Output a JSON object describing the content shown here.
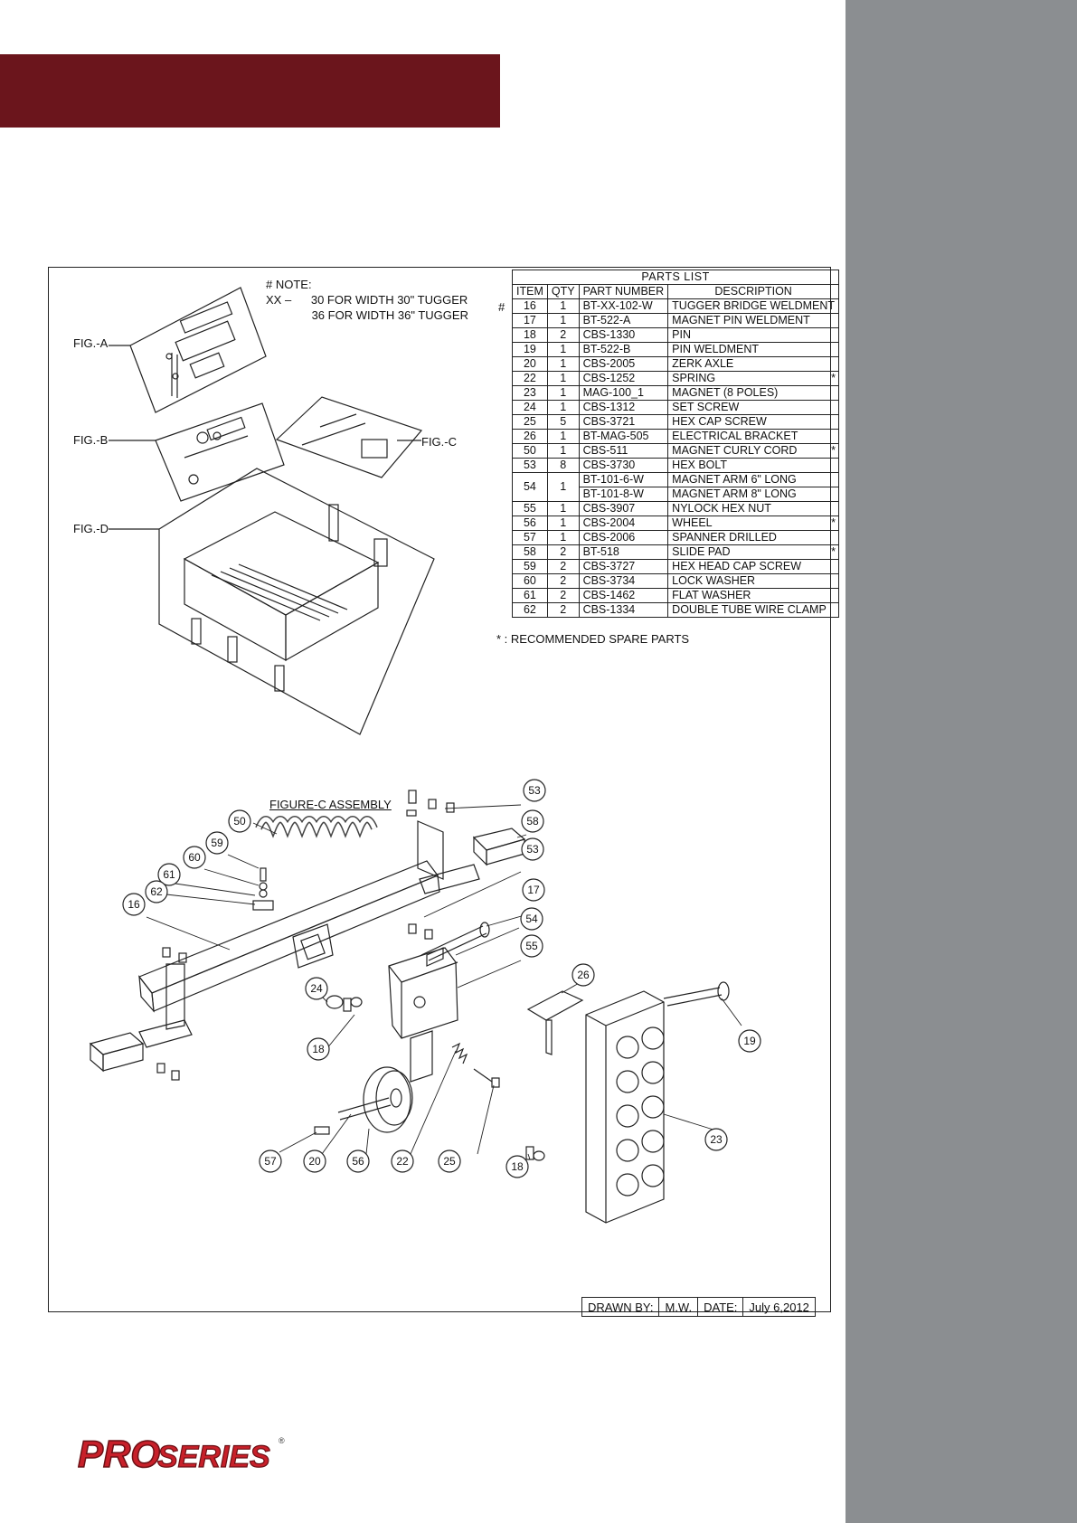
{
  "note": {
    "title": "# NOTE:",
    "lines": [
      "XX –      30 FOR WIDTH 30\" TUGGER",
      "              36 FOR WIDTH 36\" TUGGER"
    ]
  },
  "parts_list": {
    "title": "PARTS LIST",
    "headers": [
      "ITEM",
      "QTY",
      "PART NUMBER",
      "DESCRIPTION"
    ],
    "rows": [
      {
        "item": "16",
        "qty": "1",
        "part": "BT-XX-102-W",
        "desc": "TUGGER BRIDGE WELDMENT",
        "star": ""
      },
      {
        "item": "17",
        "qty": "1",
        "part": "BT-522-A",
        "desc": "MAGNET PIN WELDMENT",
        "star": ""
      },
      {
        "item": "18",
        "qty": "2",
        "part": "CBS-1330",
        "desc": "PIN",
        "star": ""
      },
      {
        "item": "19",
        "qty": "1",
        "part": "BT-522-B",
        "desc": "PIN WELDMENT",
        "star": ""
      },
      {
        "item": "20",
        "qty": "1",
        "part": "CBS-2005",
        "desc": "ZERK AXLE",
        "star": ""
      },
      {
        "item": "22",
        "qty": "1",
        "part": "CBS-1252",
        "desc": "SPRING",
        "star": "*"
      },
      {
        "item": "23",
        "qty": "1",
        "part": "MAG-100_1",
        "desc": "MAGNET (8 POLES)",
        "star": ""
      },
      {
        "item": "24",
        "qty": "1",
        "part": "CBS-1312",
        "desc": "SET SCREW",
        "star": ""
      },
      {
        "item": "25",
        "qty": "5",
        "part": "CBS-3721",
        "desc": "HEX CAP SCREW",
        "star": ""
      },
      {
        "item": "26",
        "qty": "1",
        "part": "BT-MAG-505",
        "desc": "ELECTRICAL BRACKET",
        "star": ""
      },
      {
        "item": "50",
        "qty": "1",
        "part": "CBS-511",
        "desc": "MAGNET CURLY CORD",
        "star": "*"
      },
      {
        "item": "53",
        "qty": "8",
        "part": "CBS-3730",
        "desc": "HEX BOLT",
        "star": ""
      },
      {
        "item": "54",
        "qty": "1",
        "part": "BT-101-6-W",
        "desc": "MAGNET ARM 6\" LONG",
        "star": "",
        "part2": "BT-101-8-W",
        "desc2": "MAGNET ARM 8\" LONG"
      },
      {
        "item": "55",
        "qty": "1",
        "part": "CBS-3907",
        "desc": "NYLOCK HEX NUT",
        "star": ""
      },
      {
        "item": "56",
        "qty": "1",
        "part": "CBS-2004",
        "desc": "WHEEL",
        "star": "*"
      },
      {
        "item": "57",
        "qty": "1",
        "part": "CBS-2006",
        "desc": "SPANNER DRILLED",
        "star": ""
      },
      {
        "item": "58",
        "qty": "2",
        "part": "BT-518",
        "desc": "SLIDE PAD",
        "star": "*"
      },
      {
        "item": "59",
        "qty": "2",
        "part": "CBS-3727",
        "desc": "HEX HEAD CAP SCREW",
        "star": ""
      },
      {
        "item": "60",
        "qty": "2",
        "part": "CBS-3734",
        "desc": "LOCK WASHER",
        "star": ""
      },
      {
        "item": "61",
        "qty": "2",
        "part": "CBS-1462",
        "desc": "FLAT WASHER",
        "star": ""
      },
      {
        "item": "62",
        "qty": "2",
        "part": "CBS-1334",
        "desc": "DOUBLE TUBE WIRE CLAMP",
        "star": ""
      }
    ],
    "hash_mark": "#",
    "spare_note": "* : RECOMMENDED SPARE PARTS"
  },
  "figures": {
    "a": "FIG.-A",
    "b": "FIG.-B",
    "c": "FIG.-C",
    "d": "FIG.-D",
    "assembly_title": "FIGURE-C ASSEMBLY"
  },
  "callouts": [
    "53",
    "58",
    "53",
    "17",
    "54",
    "55",
    "26",
    "19",
    "23",
    "50",
    "59",
    "60",
    "61",
    "62",
    "16",
    "24",
    "18",
    "57",
    "20",
    "56",
    "22",
    "25",
    "18"
  ],
  "title_block": {
    "drawn_by_label": "DRAWN BY:",
    "drawn_by": "M.W.",
    "date_label": "DATE:",
    "date": "July 6,2012"
  },
  "logo": {
    "part1": "PRO",
    "part2": "SERIES",
    "mark": "®"
  },
  "colors": {
    "header_band": "#6b151c",
    "sidebar": "#8b8e91",
    "logo_red": "#c8202a"
  }
}
